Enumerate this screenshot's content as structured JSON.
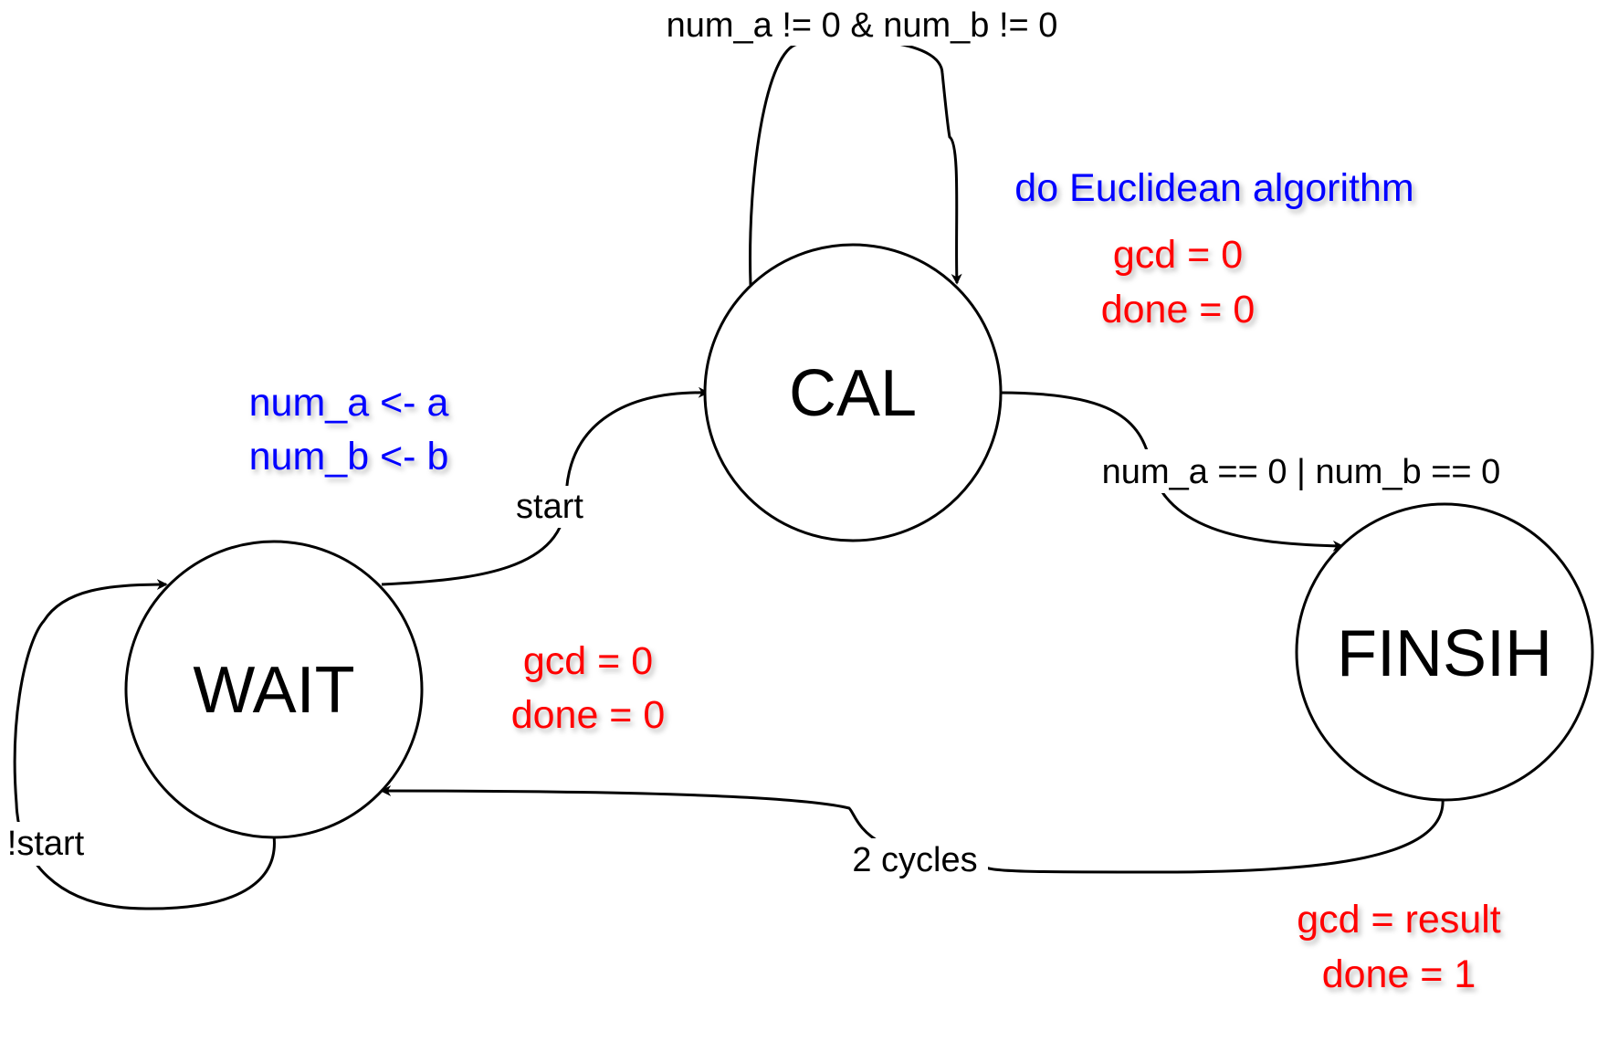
{
  "colors": {
    "action_text": "#0000ff",
    "output_text": "#ff0000",
    "stroke": "#000000",
    "background": "#ffffff"
  },
  "states": {
    "wait": "WAIT",
    "cal": "CAL",
    "finish": "FINSIH"
  },
  "transitions": {
    "cal_self_loop": "num_a != 0 & num_b != 0",
    "wait_to_cal": "start",
    "cal_to_finish": "num_a == 0 | num_b == 0",
    "finish_to_wait": "2 cycles",
    "wait_self_loop": "!start"
  },
  "annotations": {
    "cal_action": "do Euclidean algorithm",
    "cal_outputs": [
      "gcd = 0",
      "done = 0"
    ],
    "start_actions": [
      "num_a <- a",
      "num_b <- b"
    ],
    "wait_outputs": [
      "gcd = 0",
      "done = 0"
    ],
    "finish_outputs": [
      "gcd = result",
      "done = 1"
    ]
  }
}
